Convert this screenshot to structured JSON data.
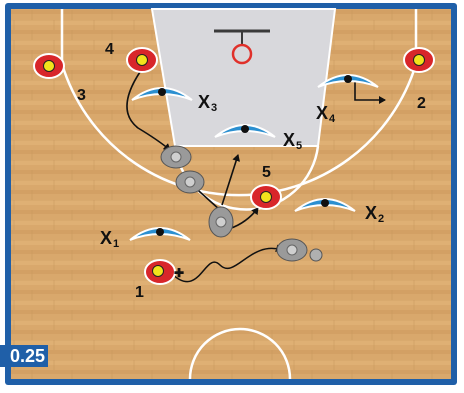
{
  "figure": {
    "number_label": "0.25"
  },
  "offense": [
    {
      "id": "1",
      "label": "1",
      "has_ball": true
    },
    {
      "id": "2",
      "label": "2",
      "has_ball": false
    },
    {
      "id": "3",
      "label": "3",
      "has_ball": false
    },
    {
      "id": "4",
      "label": "4",
      "has_ball": false
    },
    {
      "id": "5",
      "label": "5",
      "has_ball": false
    }
  ],
  "defense": [
    {
      "id": "x1",
      "letter": "X",
      "number": "1"
    },
    {
      "id": "x2",
      "letter": "X",
      "number": "2"
    },
    {
      "id": "x3",
      "letter": "X",
      "number": "3"
    },
    {
      "id": "x4",
      "letter": "X",
      "number": "4"
    },
    {
      "id": "x5",
      "letter": "X",
      "number": "5"
    }
  ],
  "colors": {
    "court_wood": "#d9a86c",
    "court_lines": "#ffffff",
    "paint": "#d8d8dc",
    "border": "#1f5fa8",
    "offense_jersey": "#d8262a",
    "offense_head": "#f2e21c",
    "defense_jersey": "#2b8fd0",
    "ghost_player": "#9a9a9a",
    "rim": "#e0302a",
    "movement_line": "#111111",
    "badge": "#1f5fa8"
  }
}
